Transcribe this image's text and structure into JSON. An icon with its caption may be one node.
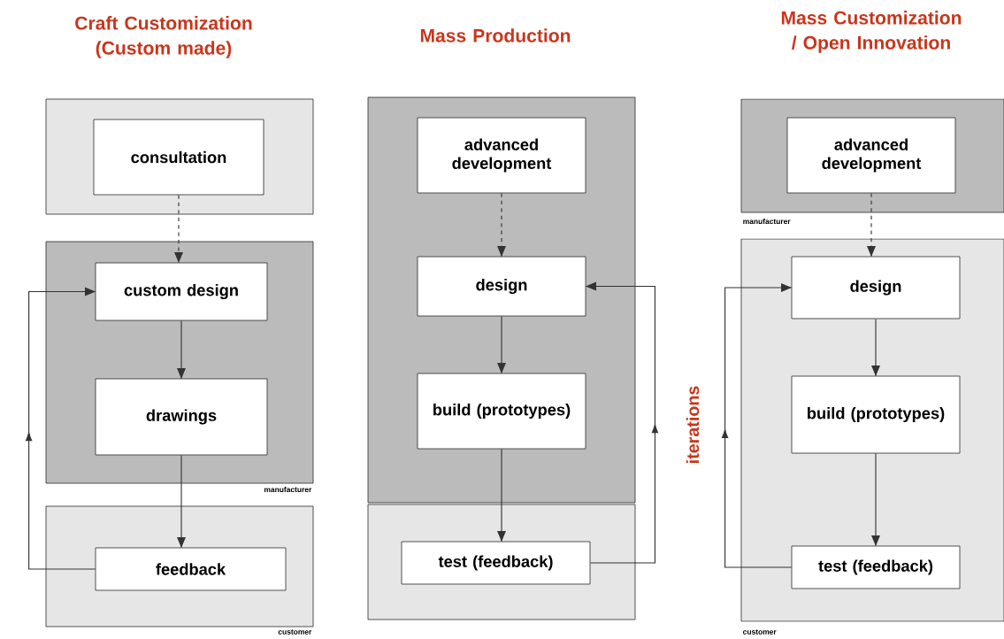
{
  "diagram": {
    "nodes": [
      {
        "text": [],
        "shape": "box"
      },
      {
        "text": [
          "consultation"
        ],
        "in": 0
      },
      {
        "text": [
          "manufacturer"
        ]
      },
      {
        "text": [
          "custom design"
        ],
        "in": 2
      },
      {
        "text": [
          "drawings"
        ],
        "in": 2
      },
      {
        "text": [
          "customer"
        ]
      },
      {
        "text": [
          "feedback"
        ],
        "in": 5
      },
      {
        "text": [],
        "shape": "box"
      },
      {
        "text": [
          "advanced development"
        ],
        "in": 7
      },
      {
        "text": [
          "design"
        ],
        "in": 7
      },
      {
        "text": [
          "build (prototypes)"
        ],
        "in": 7
      },
      {
        "text": [],
        "shape": "box"
      },
      {
        "text": [
          "test (feedback)"
        ],
        "in": 11
      },
      {
        "text": [
          "manufacturer"
        ]
      },
      {
        "text": [
          "advanced development"
        ],
        "in": 13
      },
      {
        "text": [
          "customer"
        ]
      },
      {
        "text": [
          "design"
        ],
        "in": 15
      },
      {
        "text": [
          "build (prototypes)"
        ],
        "in": 15
      },
      {
        "text": [
          "test (feedback)"
        ],
        "in": 15
      }
    ],
    "edges": [
      {
        "from": 1,
        "to": 3,
        "arrow": "to",
        "style": "dashed"
      },
      {
        "from": 3,
        "to": 4,
        "arrow": "to"
      },
      {
        "from": 4,
        "to": 6,
        "arrow": "to"
      },
      {
        "from": 6,
        "to": 3,
        "arrow": "to"
      },
      {
        "from": 8,
        "to": 9,
        "arrow": "to",
        "style": "dashed"
      },
      {
        "from": 9,
        "to": 10,
        "arrow": "to"
      },
      {
        "from": 10,
        "to": 12,
        "arrow": "to"
      },
      {
        "from": 12,
        "to": 9,
        "arrow": "to"
      },
      {
        "from": 14,
        "to": 16,
        "arrow": "to",
        "style": "dashed"
      },
      {
        "from": 16,
        "to": 17,
        "arrow": "to"
      },
      {
        "from": 17,
        "to": 18,
        "arrow": "to"
      },
      {
        "from": 18,
        "to": 16,
        "arrow": "to"
      }
    ],
    "labels": [
      "Craft Customization (Custom made)",
      "Mass Production",
      "Mass Customization / Open Innovation",
      "iterations"
    ]
  }
}
